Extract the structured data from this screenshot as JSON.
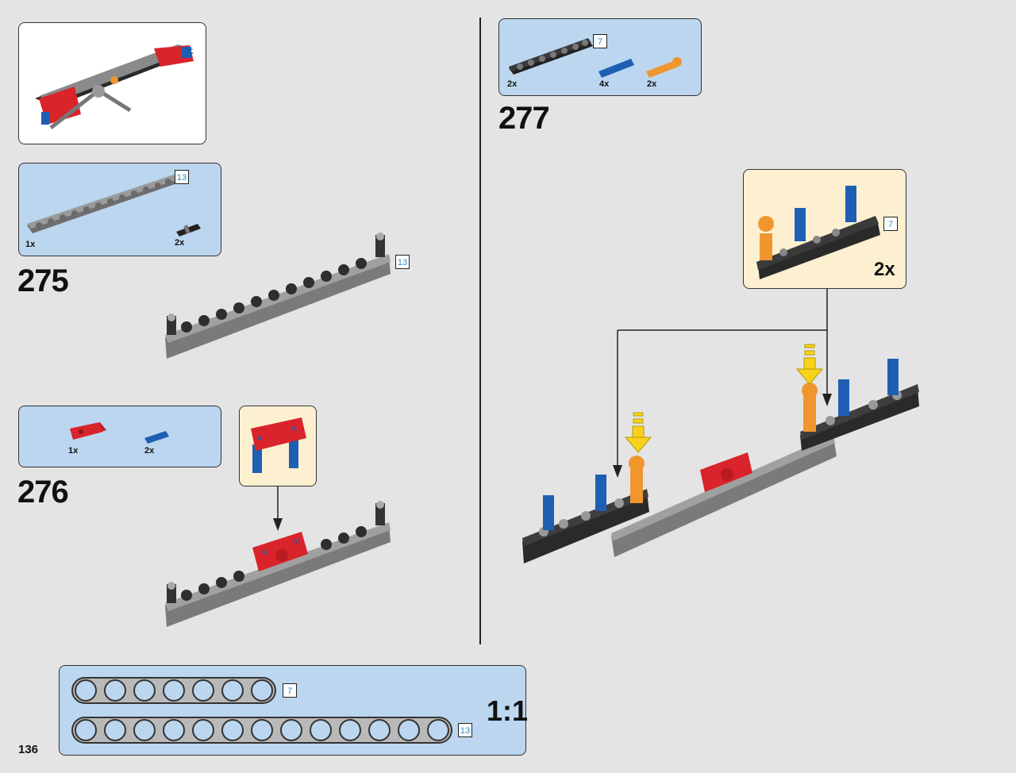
{
  "page_number": "136",
  "steps": [
    {
      "number": "275",
      "parts": [
        {
          "qty": "1x",
          "len": "13"
        },
        {
          "qty": "2x"
        }
      ],
      "assembly_len": "13"
    },
    {
      "number": "276",
      "parts": [
        {
          "qty": "1x"
        },
        {
          "qty": "2x"
        }
      ]
    },
    {
      "number": "277",
      "parts": [
        {
          "qty": "2x",
          "len": "7"
        },
        {
          "qty": "4x"
        },
        {
          "qty": "2x"
        }
      ],
      "sub_len": "7",
      "sub_qty": "2x"
    }
  ],
  "scale": {
    "label": "1:1",
    "beam_short_len": "7",
    "beam_long_len": "13"
  },
  "colors": {
    "blue_panel": "#bcd6ef",
    "cream_panel": "#fdf0d0",
    "red_part": "#d8242a",
    "blue_pin": "#1e5fb4",
    "orange_pin": "#f0962e",
    "gray_beam": "#8a8a8a",
    "black_beam": "#2a2a2a",
    "arrow_yellow": "#f8d21c"
  }
}
